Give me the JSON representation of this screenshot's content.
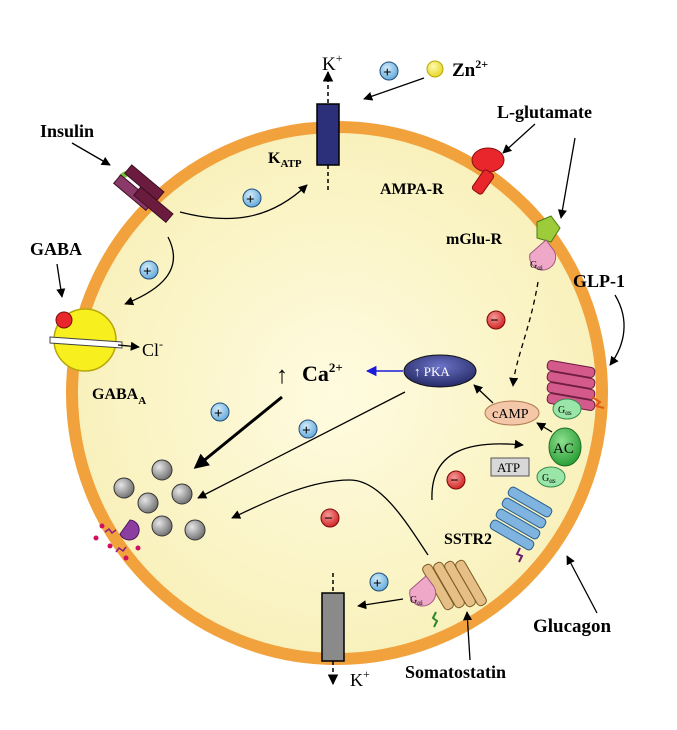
{
  "labels": {
    "k_top": "K",
    "k_top_sup": "+",
    "zn": "Zn",
    "zn_sup": "2+",
    "l_glutamate": "L-glutamate",
    "insulin": "Insulin",
    "katp": "K",
    "katp_sub": "ATP",
    "ampa_r": "AMPA-R",
    "gaba": "GABA",
    "mglu_r": "mGlu-R",
    "glp1": "GLP-1",
    "cl": "Cl",
    "cl_sup": "-",
    "gabaa": "GABA",
    "gabaa_sub": "A",
    "ca_arrow": "↑",
    "ca": "Ca",
    "ca_sup": "2+",
    "pka": "↑ PKA",
    "camp": "cAMP",
    "ac": "AC",
    "atp": "ATP",
    "sstr2": "SSTR2",
    "glucagon": "Glucagon",
    "somatostatin": "Somatostatin",
    "k_bottom": "K",
    "k_bottom_sup": "+",
    "g_alpha_i": "G",
    "g_alpha_i_sub": "αi",
    "g_alpha_s": "G",
    "g_alpha_s_sub": "αs",
    "plus": "+",
    "minus": "−"
  },
  "colors": {
    "cell_fill": "#fbf5c4",
    "membrane": "#f2a23c",
    "katp_channel": "#2c2f7a",
    "k_channel_bottom": "#7a7a7a",
    "ampa": "#e8262b",
    "mglu": "#9ccc3a",
    "gaba_receptor": "#f7f01e",
    "insulin_receptor": "#6b1b3e",
    "pka": "#2e3380",
    "camp": "#f4c7a8",
    "ac": "#3cb449",
    "glp1_receptor": "#d45a8c",
    "glucagon_receptor": "#7fb4e0",
    "sstr2_receptor": "#e6bf86",
    "g_alpha_i": "#f0a8c8",
    "g_alpha_s": "#9ae6a8",
    "plus_badge": "#8ec3e8",
    "minus_badge": "#e0312f",
    "granule": "#8a8a8a",
    "pka_arrow": "#1a1adb"
  }
}
